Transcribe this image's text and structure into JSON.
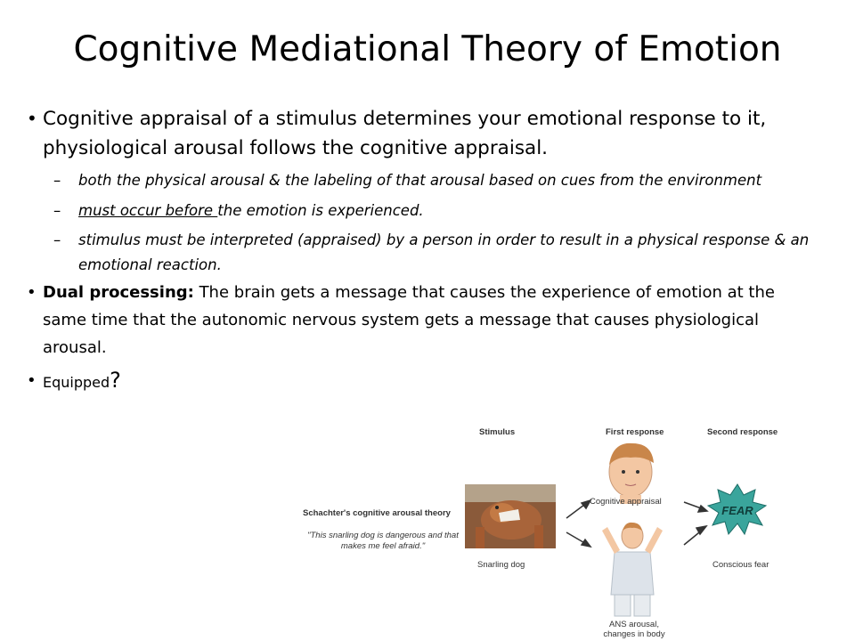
{
  "slide": {
    "title": "Cognitive Mediational Theory of Emotion",
    "bullet1": "Cognitive appraisal of a stimulus determines  your emotional response to it, physiological arousal follows the cognitive appraisal.",
    "sub1": "both the physical arousal & the labeling of that arousal based on cues from the environment",
    "sub2_underlined": "must occur before ",
    "sub2_rest": "the emotion is experienced.",
    "sub3": "stimulus must be interpreted (appraised) by a person in order to result in a physical response & an emotional reaction.",
    "bullet2_bold": "Dual processing:",
    "bullet2_rest": " The brain gets a message that causes the experience of emotion at the same time that the autonomic nervous system gets a message that causes physiological arousal.",
    "bullet3_text": "Equipped",
    "bullet3_mark": "?"
  },
  "diagram": {
    "col_stimulus": "Stimulus",
    "col_first": "First response",
    "col_second": "Second response",
    "theory_label": "Schachter's cognitive arousal theory",
    "quote": "\"This snarling dog is dangerous and that makes me feel afraid.\"",
    "stimulus_caption": "Snarling dog",
    "appraisal_caption": "Cognitive appraisal",
    "fear_word": "FEAR",
    "fear_caption": "Conscious fear",
    "ans_caption_1": "ANS arousal,",
    "ans_caption_2": "changes in body"
  }
}
